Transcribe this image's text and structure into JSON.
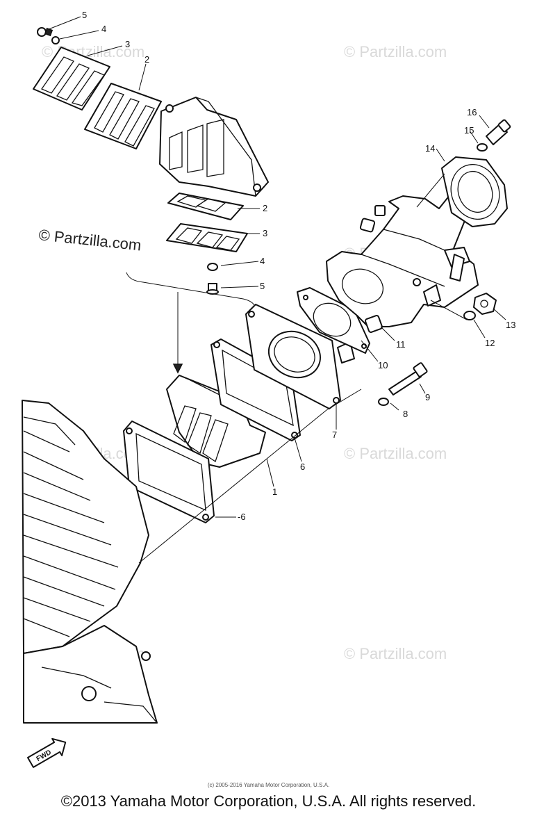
{
  "watermarks": {
    "main": "© Partzilla.com",
    "faint": "© Partzilla.com"
  },
  "callouts": {
    "c1": "1",
    "c2a": "2",
    "c2b": "2",
    "c3a": "3",
    "c3b": "3",
    "c4a": "4",
    "c4b": "4",
    "c5a": "5",
    "c5b": "5",
    "c6a": "6",
    "c6b": "-6",
    "c7": "7",
    "c8": "8",
    "c9": "9",
    "c10": "10",
    "c11": "11",
    "c12": "12",
    "c13": "13",
    "c14": "14",
    "c15": "15",
    "c16": "16"
  },
  "fwd_label": "FWD",
  "small_copyright": "(c) 2005-2016 Yamaha Motor Corporation, U.S.A.",
  "copyright": "©2013 Yamaha Motor Corporation, U.S.A. All rights reserved."
}
